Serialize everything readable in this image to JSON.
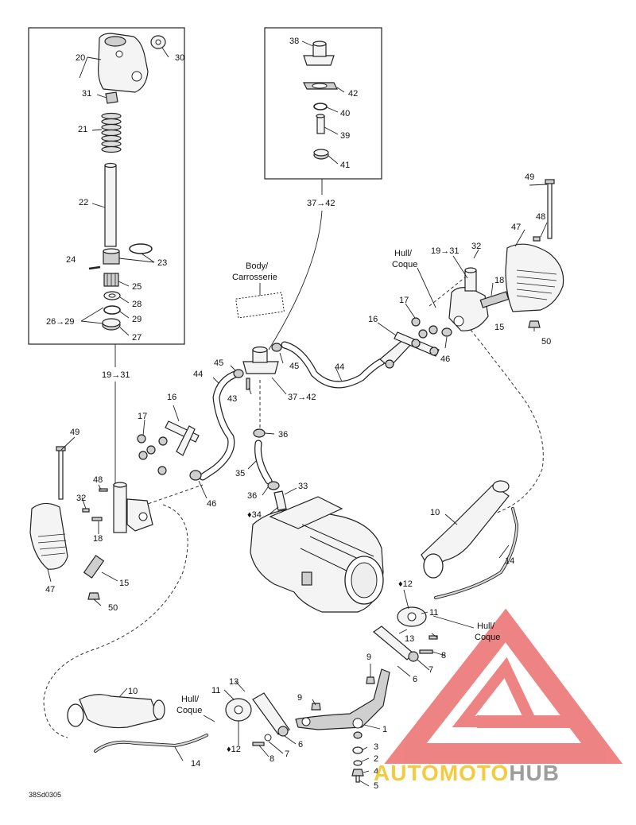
{
  "labels": {
    "l20": "20",
    "l30": "30",
    "l31": "31",
    "l21": "21",
    "l22": "22",
    "l24": "24",
    "l23": "23",
    "l25": "25",
    "l28": "28",
    "l26_29": "26→29",
    "l29": "29",
    "l27": "27",
    "l19_31_a": "19→31",
    "l38": "38",
    "l42": "42",
    "l40": "40",
    "l39": "39",
    "l41": "41",
    "l37_42_a": "37→42",
    "l49_a": "49",
    "l48_a": "48",
    "l47_a": "47",
    "l19_31_b": "19→31",
    "l32_a": "32",
    "l18_a": "18",
    "l15_a": "15",
    "l50_a": "50",
    "l17_a": "17",
    "l16_a": "16",
    "l46_a": "46",
    "l45_a": "45",
    "l45_b": "45",
    "l44_a": "44",
    "l44_b": "44",
    "l43": "43",
    "l37_42_b": "37→42",
    "l36_a": "36",
    "l35": "35",
    "l36_b": "36",
    "l33": "33",
    "l34": "34",
    "l17_b": "17",
    "l16_b": "16",
    "l46_b": "46",
    "l49_b": "49",
    "l48_b": "48",
    "l32_b": "32",
    "l18_b": "18",
    "l47_b": "47",
    "l15_b": "15",
    "l50_b": "50",
    "l10_a": "10",
    "l14_a": "14",
    "l12_a": "12",
    "l11_a": "11",
    "l13_a": "13",
    "l8_a": "8",
    "l7_a": "7",
    "l6_a": "6",
    "l9_a": "9",
    "l9_b": "9",
    "l1": "1",
    "l3": "3",
    "l2": "2",
    "l4": "4",
    "l5": "5",
    "l10_b": "10",
    "l14_b": "14",
    "l13_b": "13",
    "l11_b": "11",
    "l12_b": "12",
    "l6_b": "6",
    "l7_b": "7",
    "l8_b": "8"
  },
  "callouts": {
    "body_line1": "Body/",
    "body_line2": "Carrosserie",
    "hull_a_line1": "Hull/",
    "hull_a_line2": "Coque",
    "hull_b_line1": "Hull/",
    "hull_b_line2": "Coque",
    "hull_c_line1": "Hull/",
    "hull_c_line2": "Coque"
  },
  "figure_code": "38Sd0305",
  "watermark": {
    "brand_part1": "AUTOMOTO",
    "brand_part2": "HUB",
    "color_red": "#e8504f",
    "color_yellow": "#f2c21c",
    "color_gray": "#8c8c8c"
  }
}
